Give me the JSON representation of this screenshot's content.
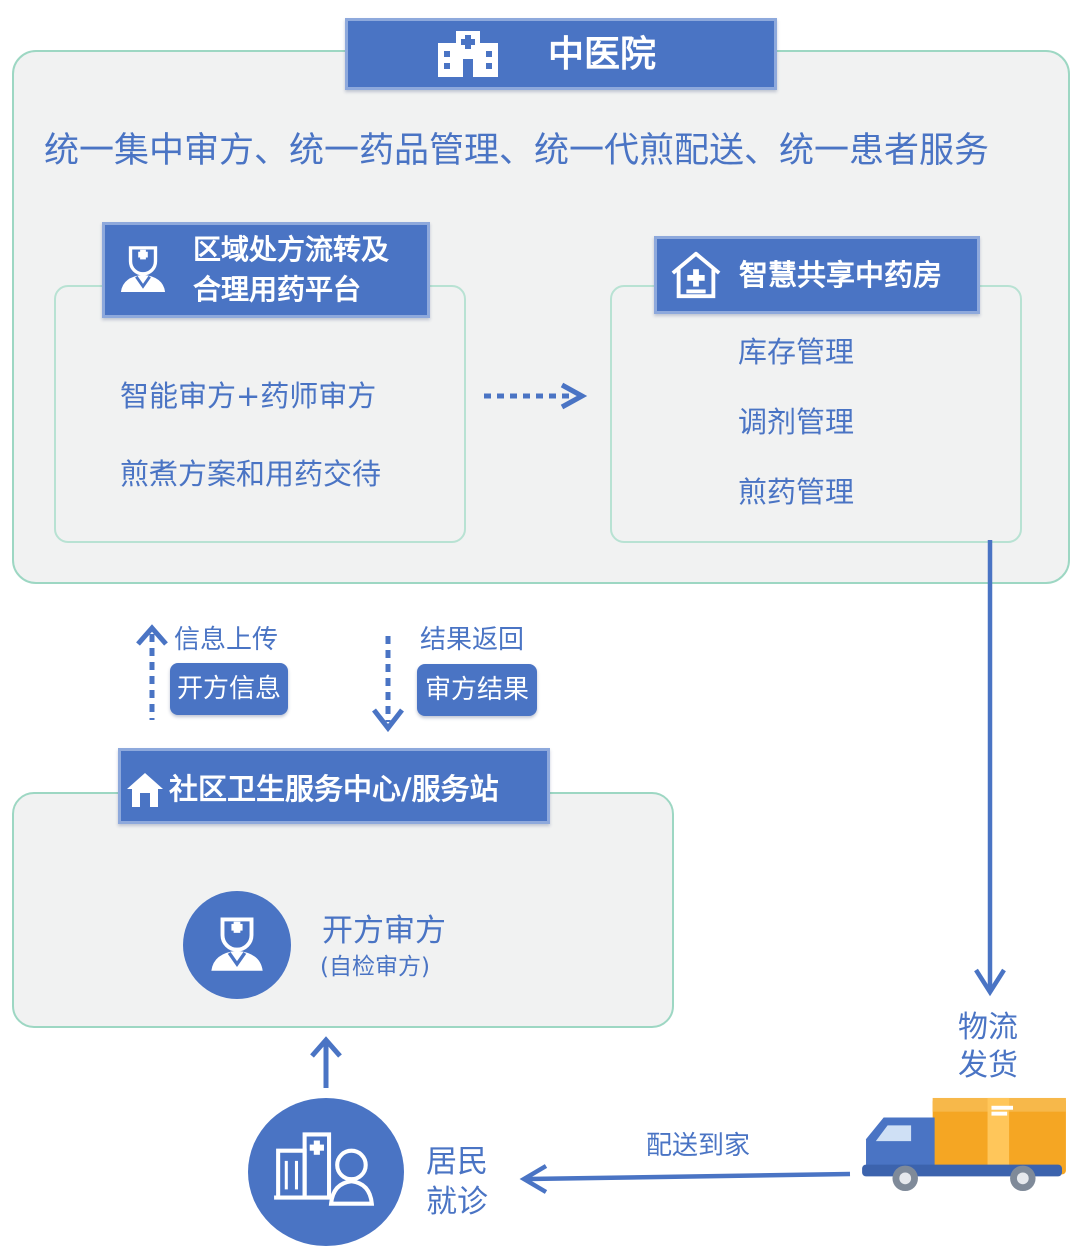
{
  "hospital": {
    "title": "中医院",
    "subtitle": "统一集中审方、统一药品管理、统一代煎配送、统一患者服务"
  },
  "platform": {
    "title_line1": "区域处方流转及",
    "title_line2": "合理用药平台",
    "items": [
      "智能审方+药师审方",
      "煎煮方案和用药交待"
    ]
  },
  "pharmacy": {
    "title": "智慧共享中药房",
    "items": [
      "库存管理",
      "调剂管理",
      "煎药管理"
    ]
  },
  "upload": {
    "label": "信息上传",
    "tag": "开方信息"
  },
  "result": {
    "label": "结果返回",
    "tag": "审方结果"
  },
  "community": {
    "title": "社区卫生服务中心/服务站",
    "main": "开方审方",
    "sub": "(自检审方)"
  },
  "logistics": {
    "line1": "物流",
    "line2": "发货"
  },
  "delivery": {
    "label": "配送到家"
  },
  "resident": {
    "line1": "居民",
    "line2": "就诊"
  },
  "colors": {
    "primary": "#4a74c4",
    "frame_border": "#9dd7c3",
    "panel_bg": "#f1f2f2",
    "truck_box": "#f5a623"
  },
  "icons": [
    "hospital-icon",
    "doctor-icon",
    "pharmacy-home-icon",
    "house-icon",
    "truck-icon",
    "resident-icon"
  ]
}
